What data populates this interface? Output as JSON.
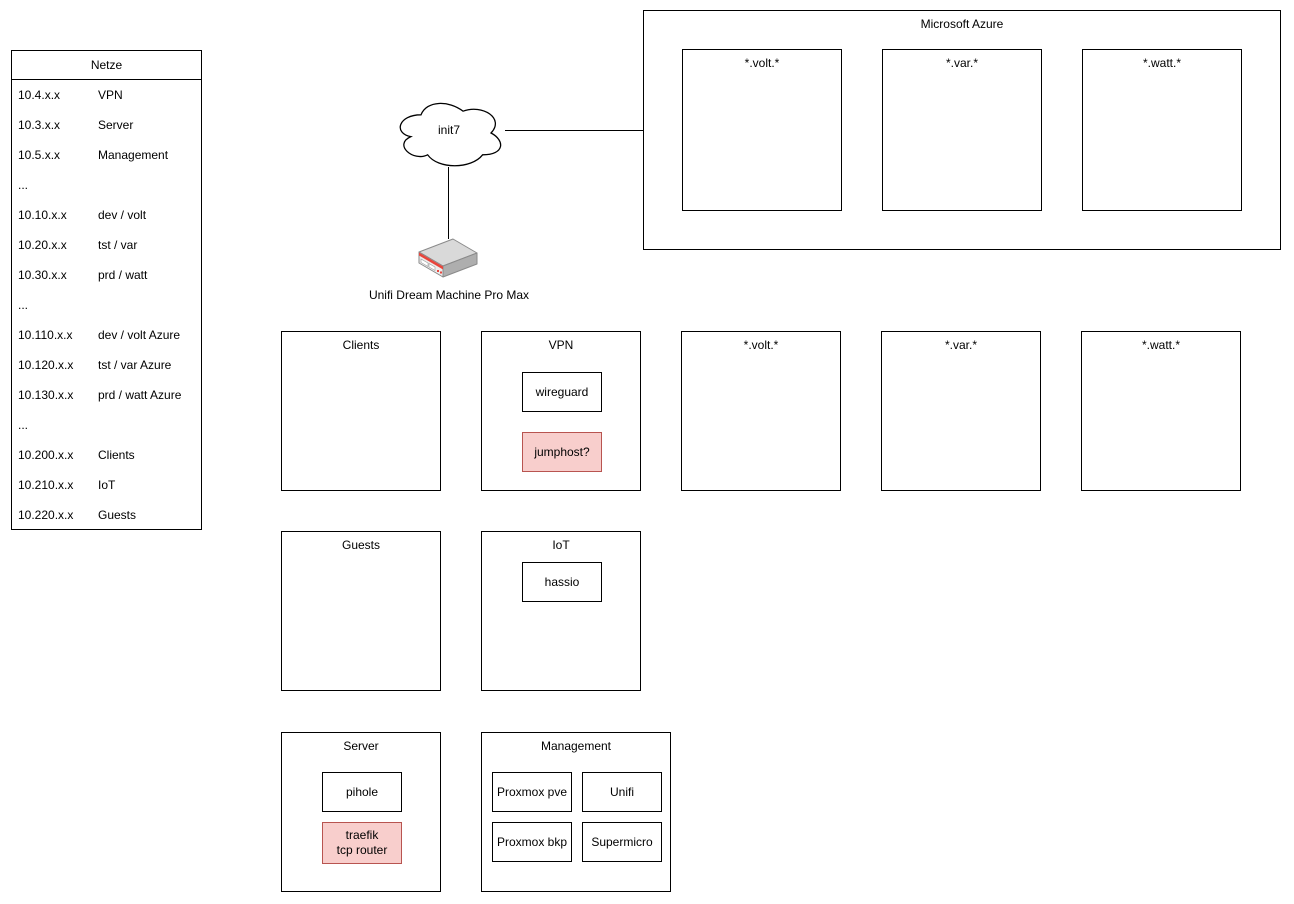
{
  "netze_table": {
    "title": "Netze",
    "rows": [
      {
        "ip": "10.4.x.x",
        "name": "VPN"
      },
      {
        "ip": "10.3.x.x",
        "name": "Server"
      },
      {
        "ip": "10.5.x.x",
        "name": "Management"
      },
      {
        "ip": "...",
        "name": ""
      },
      {
        "ip": "10.10.x.x",
        "name": "dev / volt"
      },
      {
        "ip": "10.20.x.x",
        "name": "tst / var"
      },
      {
        "ip": "10.30.x.x",
        "name": "prd / watt"
      },
      {
        "ip": "...",
        "name": ""
      },
      {
        "ip": "10.110.x.x",
        "name": "dev / volt Azure"
      },
      {
        "ip": "10.120.x.x",
        "name": "tst / var Azure"
      },
      {
        "ip": "10.130.x.x",
        "name": "prd / watt Azure"
      },
      {
        "ip": "...",
        "name": ""
      },
      {
        "ip": "10.200.x.x",
        "name": "Clients"
      },
      {
        "ip": "10.210.x.x",
        "name": "IoT"
      },
      {
        "ip": "10.220.x.x",
        "name": "Guests"
      }
    ]
  },
  "wan": {
    "cloud_label": "init7",
    "router_label": "Unifi Dream Machine Pro Max"
  },
  "azure": {
    "title": "Microsoft Azure",
    "subnets": [
      {
        "label": "*.volt.*"
      },
      {
        "label": "*.var.*"
      },
      {
        "label": "*.watt.*"
      }
    ]
  },
  "lan": {
    "clients": {
      "label": "Clients"
    },
    "vpn": {
      "label": "VPN",
      "wireguard": "wireguard",
      "jumphost": "jumphost?"
    },
    "volt": {
      "label": "*.volt.*"
    },
    "var": {
      "label": "*.var.*"
    },
    "watt": {
      "label": "*.watt.*"
    },
    "guests": {
      "label": "Guests"
    },
    "iot": {
      "label": "IoT",
      "hassio": "hassio"
    },
    "server": {
      "label": "Server",
      "pihole": "pihole",
      "traefik": "traefik\ntcp router"
    },
    "management": {
      "label": "Management",
      "proxmox_pve": "Proxmox pve",
      "unifi": "Unifi",
      "proxmox_bkp": "Proxmox bkp",
      "supermicro": "Supermicro"
    }
  },
  "colors": {
    "highlight_fill": "#f8cecc",
    "highlight_border": "#b85450",
    "box_border": "#000000",
    "router_accent_red": "#e8453c"
  }
}
